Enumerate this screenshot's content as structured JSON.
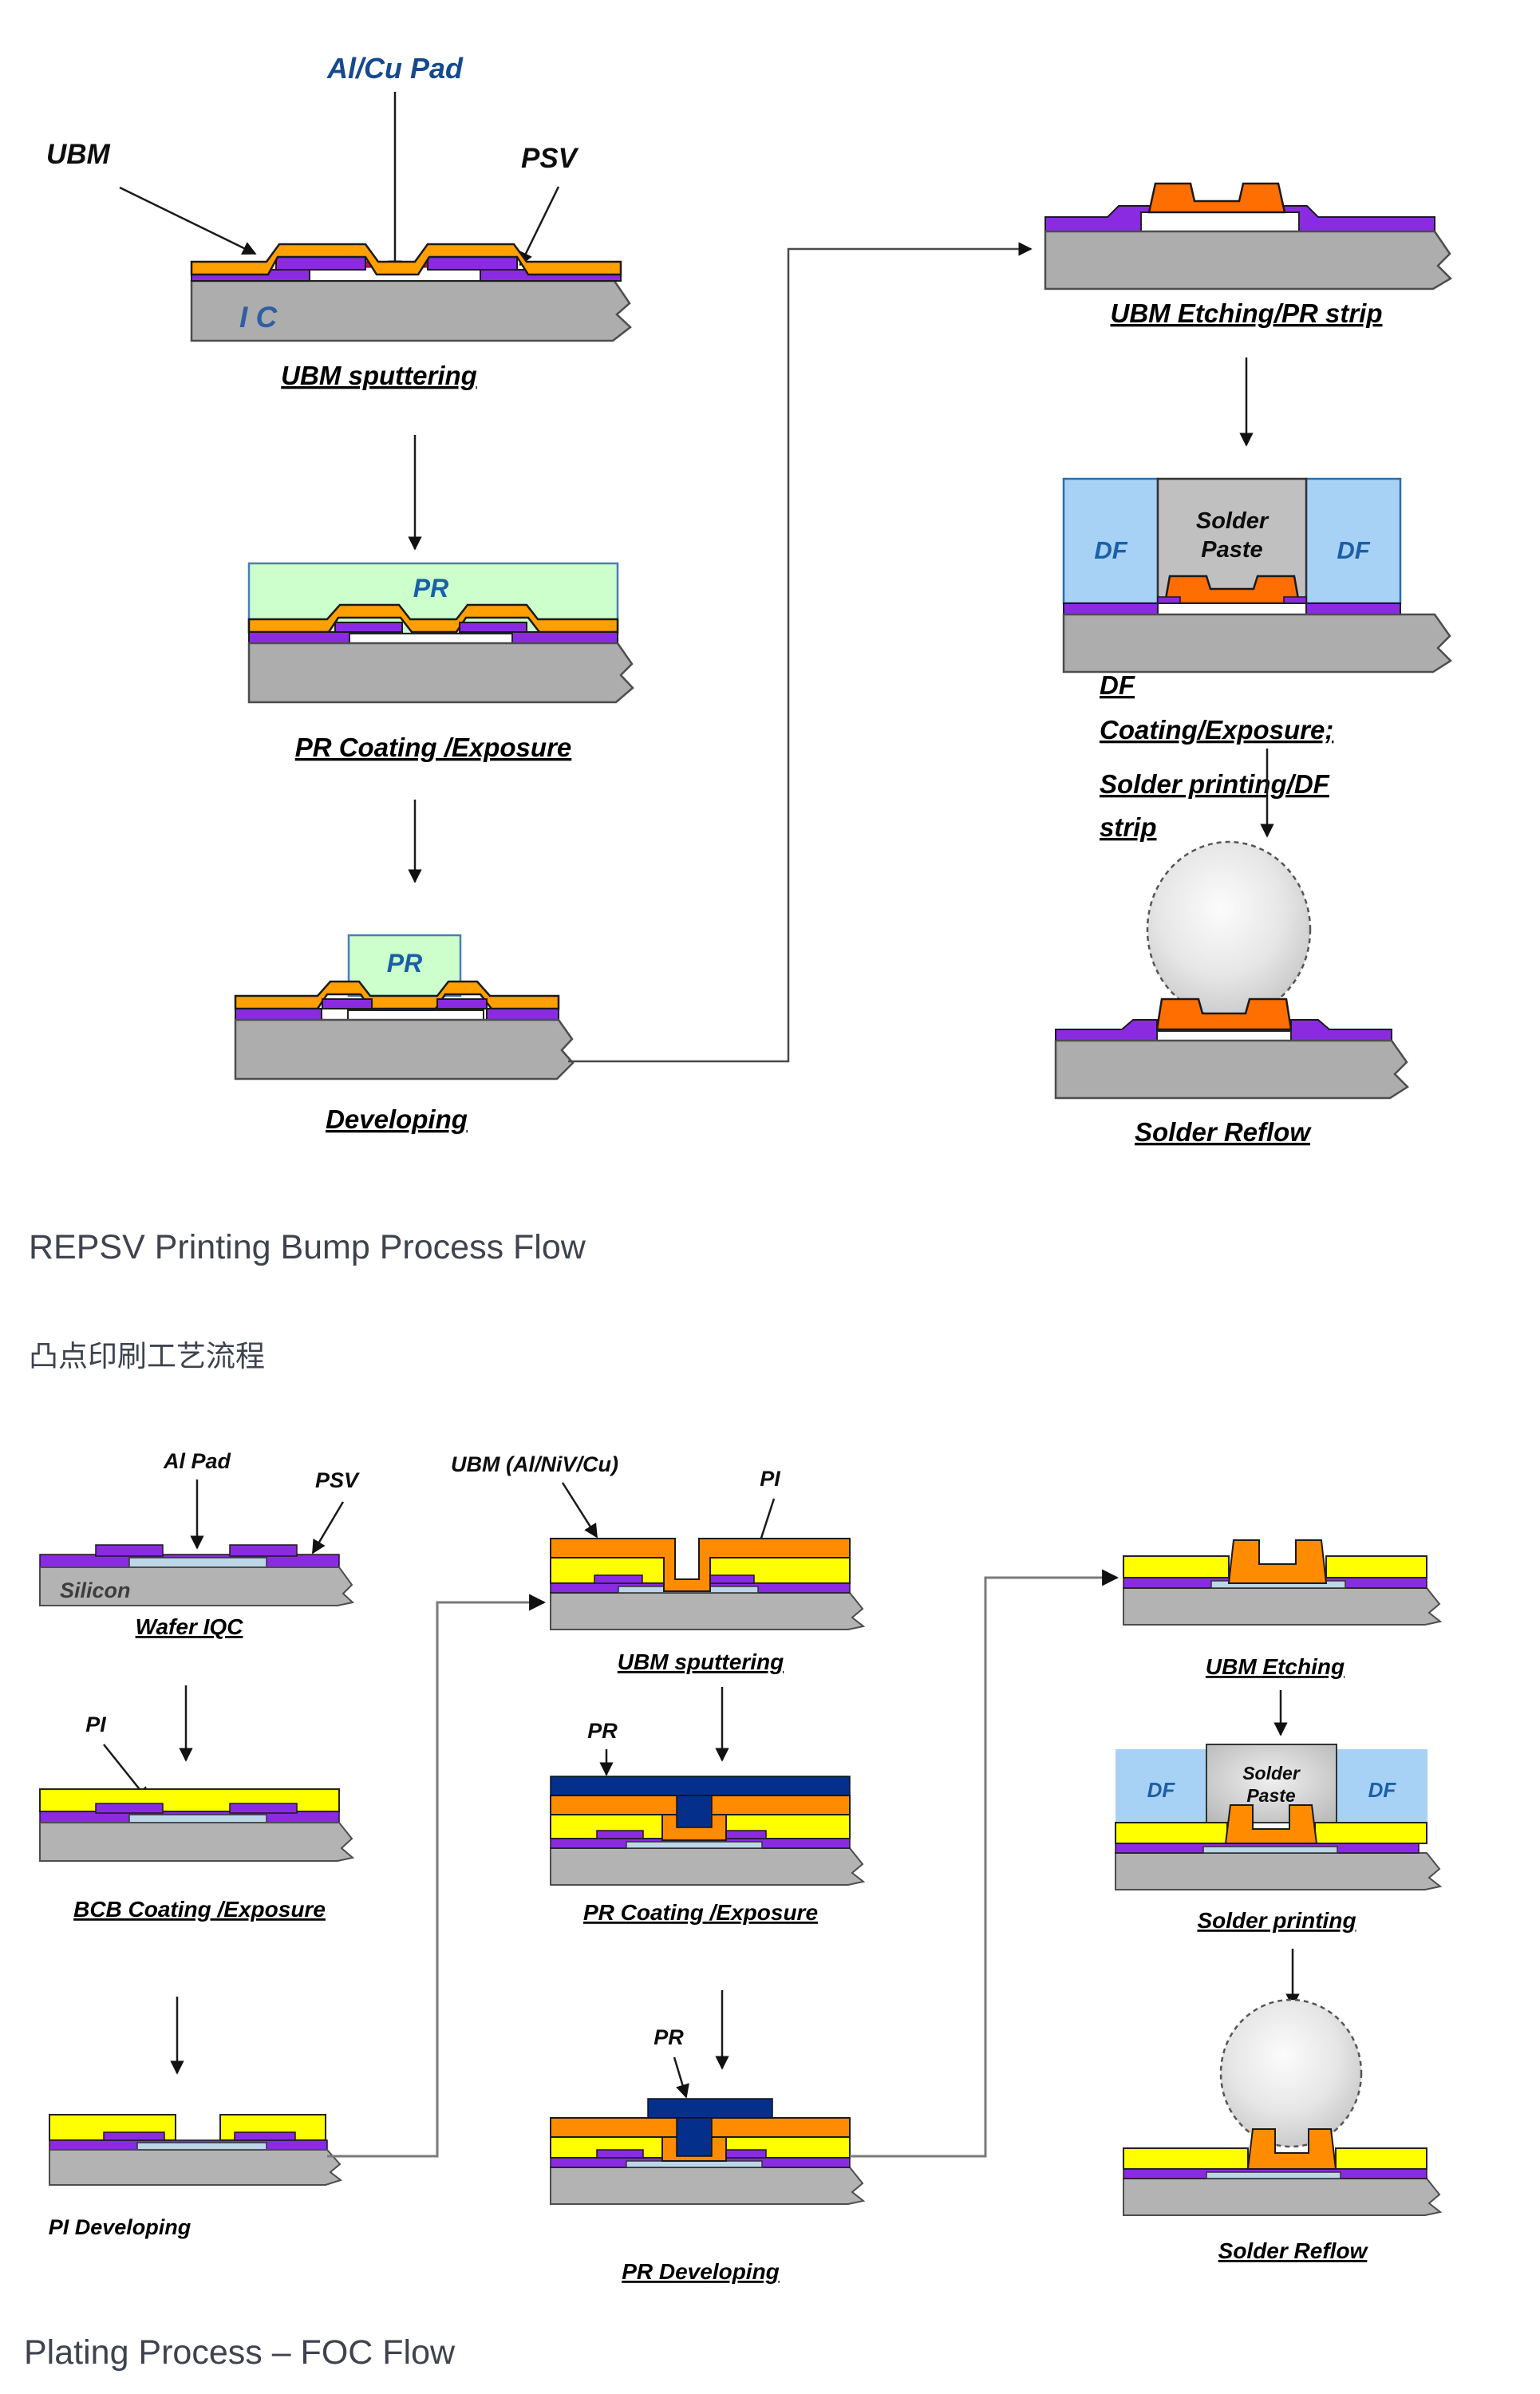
{
  "headings": {
    "flow1_title": "REPSV Printing Bump Process Flow",
    "flow1_subtitle_cn": "凸点印刷工艺流程",
    "flow2_title": "Plating Process – FOC Flow"
  },
  "colors": {
    "ubm_orange": "#FF9F00",
    "ubm_cap_orange": "#FF6E00",
    "fig2_orange": "#FF8C00",
    "psv_purple": "#8A2BE2",
    "substrate_gray": "#ADADAD",
    "pr_green": "#CCFFCC",
    "df_blue": "#A8D2F5",
    "pr_navy": "#04308C",
    "pi_yellow": "#FFFF00",
    "pad_white": "#FFFFFF",
    "pad_blue": "#BCD7E8",
    "pad_red": "#E0004D",
    "solder_gray": "#C0C0C0",
    "label_blue": "#17498F",
    "heading_gray": "#3E434E"
  },
  "fig1": {
    "labels": {
      "ubm": "UBM",
      "al_cu_pad": "Al/Cu Pad",
      "psv": "PSV",
      "ic": "I C",
      "pr_coat": "PR",
      "pr_dev": "PR",
      "df_left": "DF",
      "df_right": "DF",
      "solder_line1": "Solder",
      "solder_line2": "Paste"
    },
    "captions": {
      "ubm_sputtering": "UBM sputtering",
      "pr_coating": "PR Coating /Exposure",
      "developing": "Developing",
      "ubm_etching": "UBM Etching/PR strip",
      "df_line1": "DF",
      "df_line2": "Coating/Exposure;",
      "df_line3": "Solder printing/DF",
      "df_line4": "strip",
      "solder_reflow": "Solder Reflow"
    }
  },
  "fig2": {
    "labels": {
      "al_pad": "Al Pad",
      "psv": "PSV",
      "silicon": "Silicon",
      "pi_coat": "PI",
      "ubm_stack": "UBM (Al/NiV/Cu)",
      "pi_layer": "PI",
      "pr_coat": "PR",
      "pr_dev": "PR",
      "df_left": "DF",
      "df_right": "DF",
      "solder_line1": "Solder",
      "solder_line2": "Paste"
    },
    "captions": {
      "wafer_iqc": "Wafer IQC",
      "bcb_coating": "BCB Coating /Exposure",
      "pi_developing": "PI Developing",
      "ubm_sputtering": "UBM sputtering",
      "pr_coating": "PR Coating /Exposure",
      "pr_developing": "PR Developing",
      "ubm_etching": "UBM Etching",
      "solder_printing": "Solder printing",
      "solder_reflow": "Solder Reflow"
    }
  }
}
